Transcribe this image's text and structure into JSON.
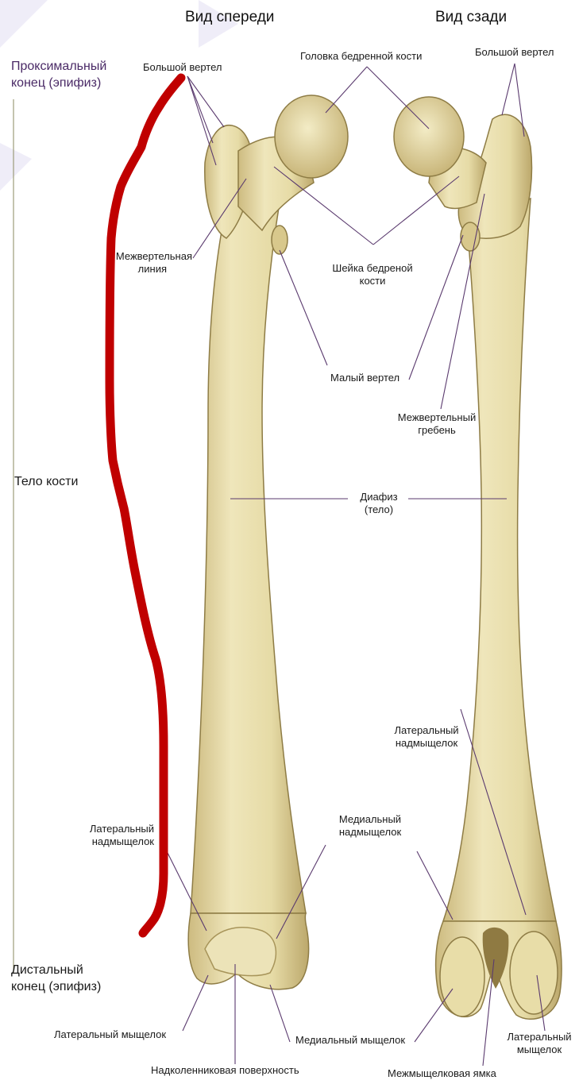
{
  "titles": {
    "front": "Вид спереди",
    "back": "Вид сзади"
  },
  "side": {
    "proximal_line1": "Проксимальный",
    "proximal_line2": "конец (эпифиз)",
    "body": "Тело кости",
    "distal_line1": "Дистальный",
    "distal_line2": "конец (эпифиз)"
  },
  "labels": {
    "greater_trochanter_front": "Большой вертел",
    "femoral_head": "Головка бедренной кости",
    "greater_trochanter_back": "Большой вертел",
    "intertrochanteric_line_1": "Межвертельная",
    "intertrochanteric_line_2": "линия",
    "femoral_neck_1": "Шейка бедреной",
    "femoral_neck_2": "кости",
    "lesser_trochanter": "Малый вертел",
    "intertrochanteric_crest_1": "Межвертельный",
    "intertrochanteric_crest_2": "гребень",
    "diaphysis_1": "Диафиз",
    "diaphysis_2": "(тело)",
    "lateral_epicondyle_back_1": "Латеральный",
    "lateral_epicondyle_back_2": "надмыщелок",
    "lateral_epicondyle_front_1": "Латеральный",
    "lateral_epicondyle_front_2": "надмыщелок",
    "medial_epicondyle_1": "Медиальный",
    "medial_epicondyle_2": "надмыщелок",
    "lateral_condyle_front": "Латеральный мыщелок",
    "medial_condyle": "Медиальный мыщелок",
    "patellar_surface": "Надколенниковая поверхность",
    "intercondylar_fossa": "Межмыщелковая ямка",
    "lateral_condyle_back_1": "Латеральный",
    "lateral_condyle_back_2": "мыщелок"
  },
  "colors": {
    "bone": "#e9dfae",
    "bone_shadow": "#c9b67a",
    "leader": "#5a3a6e",
    "annotation": "#c00000"
  }
}
